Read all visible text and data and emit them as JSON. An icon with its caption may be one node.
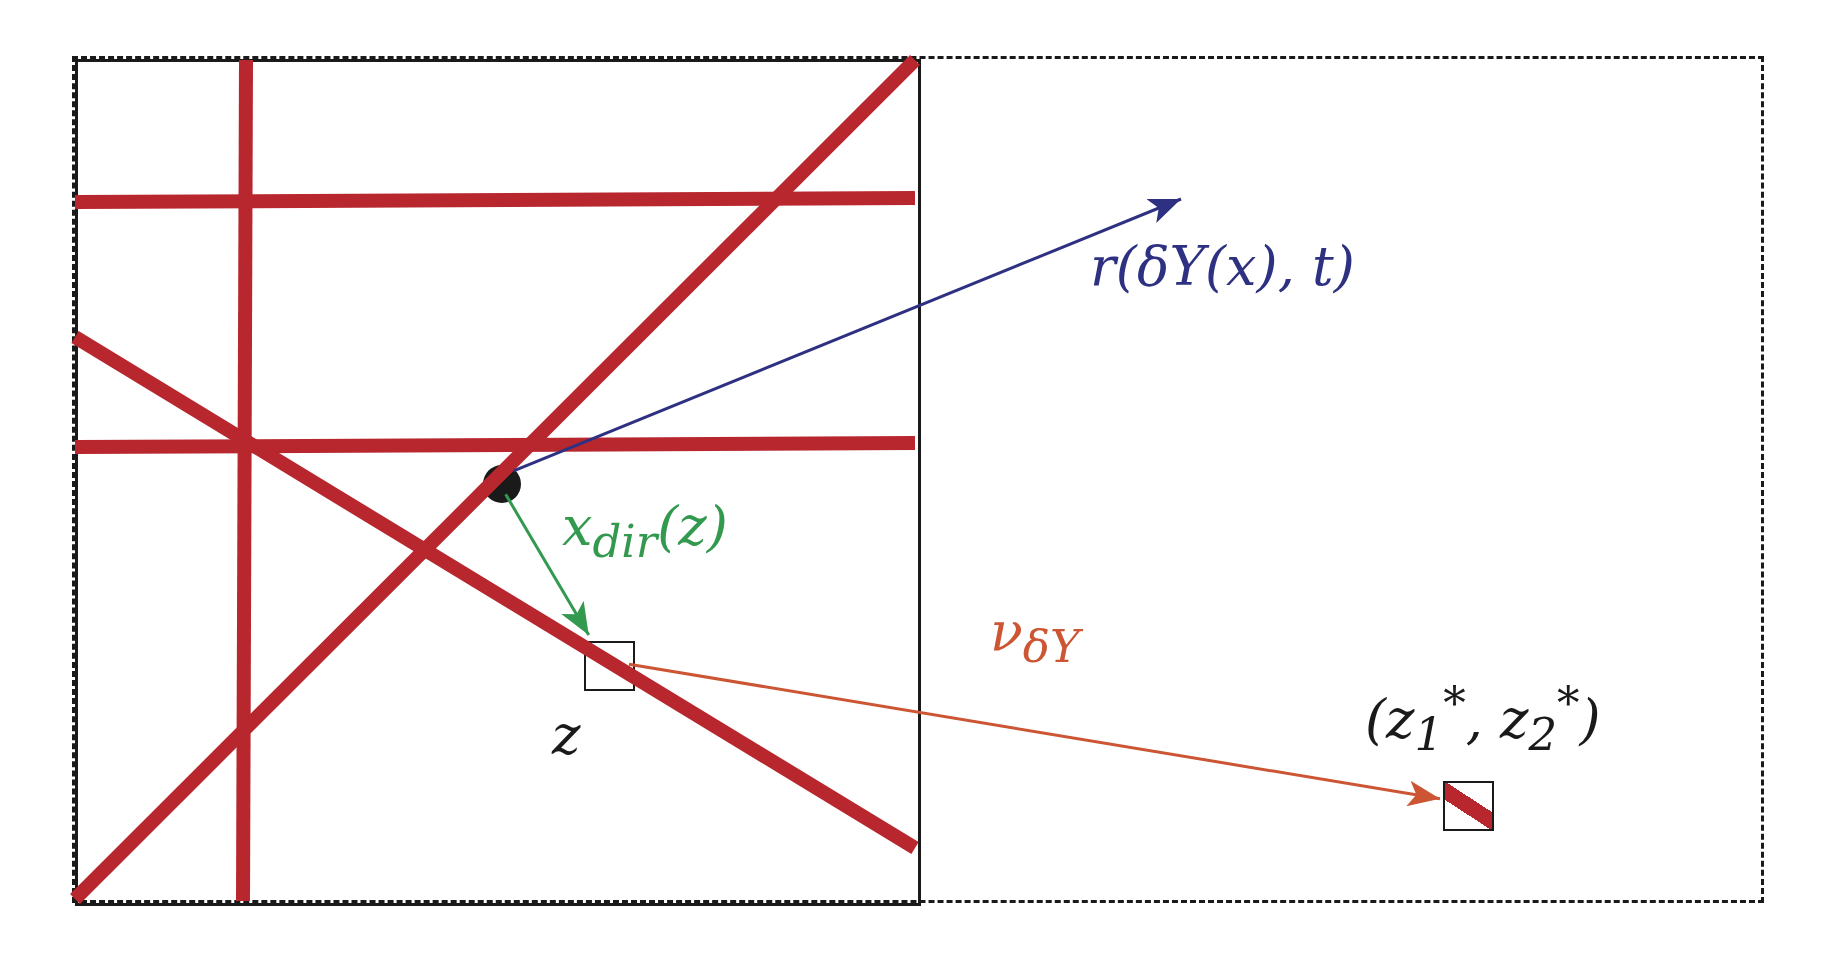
{
  "diagram": {
    "nodes": [
      {
        "text": [],
        "shape": "box"
      },
      {
        "text": [],
        "shape": "box",
        "in": 0
      },
      {
        "text": [],
        "shape": "circle",
        "in": 1
      },
      {
        "text": [
          "z"
        ],
        "in": 1
      },
      {
        "text": [
          "(z$_{1}$$^{*}$, z$_{2}$$^{*}$)"
        ],
        "in": 0
      }
    ],
    "edges": [
      {
        "from": 2,
        "to": null,
        "arrow": "to",
        "label": "r(δY(x), t)",
        "color": "#2e3182"
      },
      {
        "from": 2,
        "to": 3,
        "arrow": "to",
        "label": "x$_{dir}$(z)",
        "color": "#33994f"
      },
      {
        "from": 3,
        "to": 4,
        "arrow": "to",
        "label": "ν$_{δY}$",
        "color": "#cc5533"
      }
    ]
  }
}
